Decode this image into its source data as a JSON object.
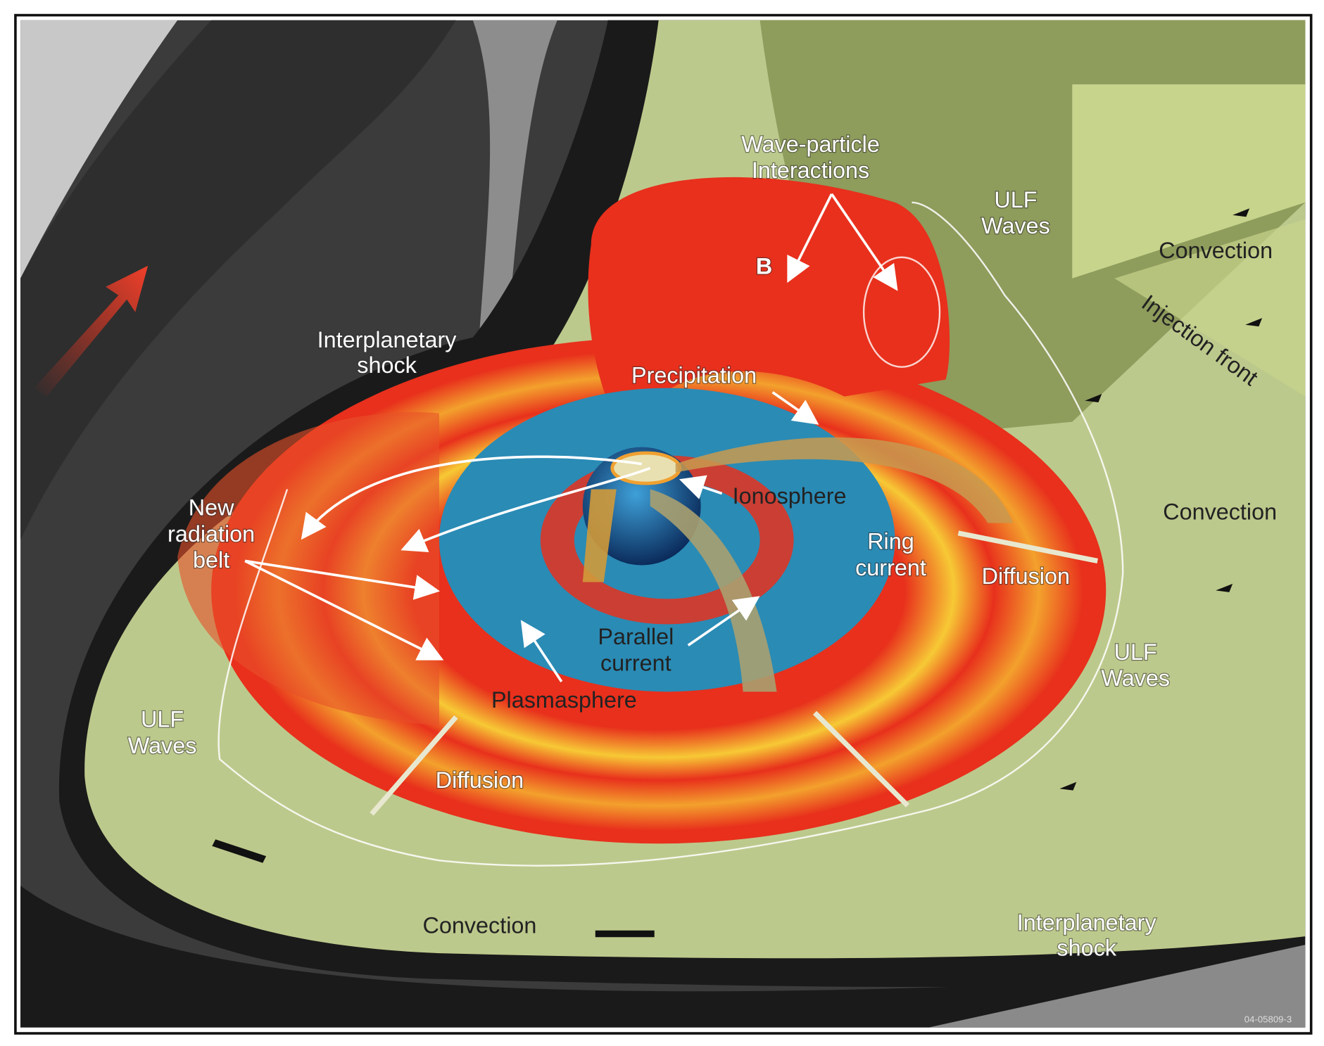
{
  "diagram": {
    "labels": {
      "wave_particle_1": "Wave-particle",
      "wave_particle_2": "Interactions",
      "ulf_top_1": "ULF",
      "ulf_top_2": "Waves",
      "convection_top": "Convection",
      "injection_front": "Injection front",
      "b_field": "B",
      "shock_top_1": "Interplanetary",
      "shock_top_2": "shock",
      "precipitation": "Precipitation",
      "ionosphere": "Ionosphere",
      "new_belt_1": "New",
      "new_belt_2": "radiation",
      "new_belt_3": "belt",
      "ring_1": "Ring",
      "ring_2": "current",
      "convection_mid": "Convection",
      "diffusion_right": "Diffusion",
      "parallel_1": "Parallel",
      "parallel_2": "current",
      "ulf_right_1": "ULF",
      "ulf_right_2": "Waves",
      "plasmasphere": "Plasmasphere",
      "ulf_left_1": "ULF",
      "ulf_left_2": "Waves",
      "diffusion_left": "Diffusion",
      "convection_bottom": "Convection",
      "shock_bottom_1": "Interplanetary",
      "shock_bottom_2": "shock",
      "figure_id": "04-05809-3"
    },
    "colors": {
      "radiation_belt": "#e8301c",
      "belt_glow": "#f7c935",
      "plasmasphere": "#2a8bb5",
      "magnetosheath": "#bcc98c",
      "shock_band": "#141414"
    }
  }
}
